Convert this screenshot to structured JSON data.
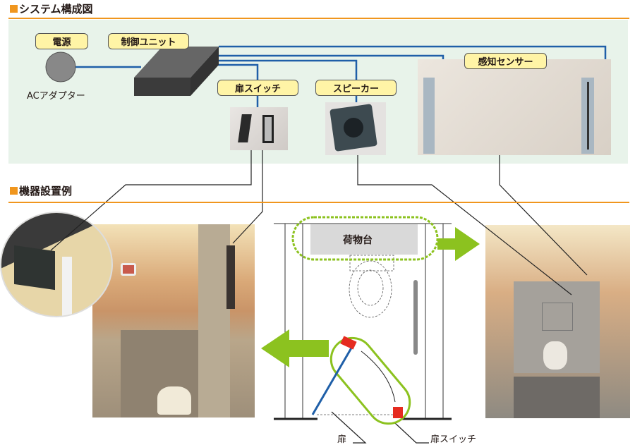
{
  "sections": {
    "system": "システム構成図",
    "installation": "機器設置例"
  },
  "system": {
    "power_label": "電源",
    "ac_adapter": "ACアダプター",
    "control_unit": "制御ユニット",
    "door_switch": "扉スイッチ",
    "speaker": "スピーカー",
    "sensor": "感知センサー"
  },
  "plan": {
    "shelf": "荷物台",
    "door": "扉",
    "door_switch": "扉スイッチ"
  },
  "colors": {
    "accent": "#f0961e",
    "panel": "#e8f3ea",
    "wire": "#1f5fa8",
    "tag": "#fff4a6",
    "arrow": "#8cc21f",
    "marker": "#e52b20"
  }
}
